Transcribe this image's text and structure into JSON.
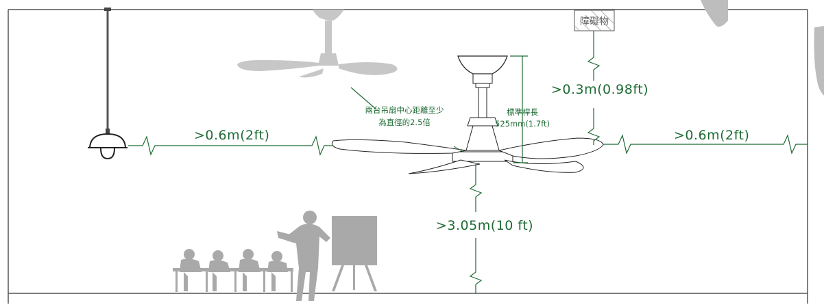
{
  "labels": {
    "obstacle": "障礙物",
    "ceiling_clearance": ">0.3m(0.98ft)",
    "side_clearance_left": ">0.6m(2ft)",
    "side_clearance_right": ">0.6m(2ft)",
    "floor_height": ">3.05m(10 ft)",
    "spacing_note_line1": "兩台吊扇中心距離至少",
    "spacing_note_line2": "為直徑的2.5倍",
    "rod_line1": "標準桿長",
    "rod_line2": "525mm(1.7ft)"
  },
  "colors": {
    "dimension_green": "#1e6b34",
    "silhouette_gray": "#a9a9a9",
    "outline_dark": "#222222"
  }
}
